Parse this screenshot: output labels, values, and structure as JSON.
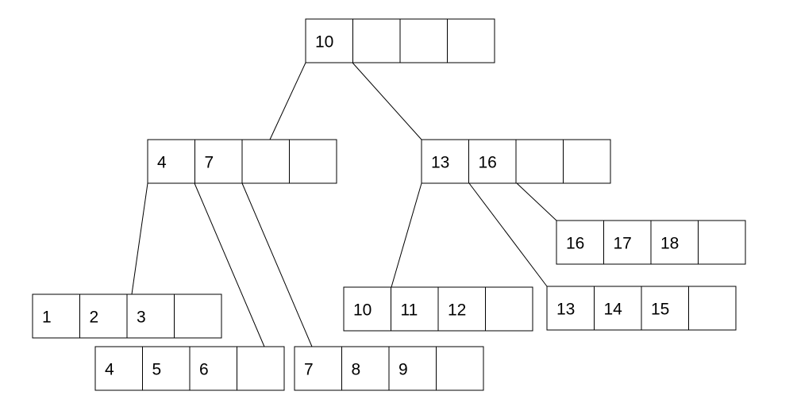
{
  "tree": {
    "nodes": [
      {
        "id": "root",
        "keys": [
          "10",
          "",
          "",
          ""
        ]
      },
      {
        "id": "inner-a",
        "keys": [
          "4",
          "7",
          "",
          ""
        ]
      },
      {
        "id": "inner-b",
        "keys": [
          "13",
          "16",
          "",
          ""
        ]
      },
      {
        "id": "leaf-1",
        "keys": [
          "1",
          "2",
          "3",
          ""
        ]
      },
      {
        "id": "leaf-4",
        "keys": [
          "4",
          "5",
          "6",
          ""
        ]
      },
      {
        "id": "leaf-7",
        "keys": [
          "7",
          "8",
          "9",
          ""
        ]
      },
      {
        "id": "leaf-10",
        "keys": [
          "10",
          "11",
          "12",
          ""
        ]
      },
      {
        "id": "leaf-13",
        "keys": [
          "13",
          "14",
          "15",
          ""
        ]
      },
      {
        "id": "leaf-16",
        "keys": [
          "16",
          "17",
          "18",
          ""
        ]
      }
    ],
    "edges": [
      {
        "from": "root",
        "to": "inner-a"
      },
      {
        "from": "root",
        "to": "inner-b"
      },
      {
        "from": "inner-a",
        "to": "leaf-1"
      },
      {
        "from": "inner-a",
        "to": "leaf-4"
      },
      {
        "from": "inner-a",
        "to": "leaf-7"
      },
      {
        "from": "inner-b",
        "to": "leaf-10"
      },
      {
        "from": "inner-b",
        "to": "leaf-13"
      },
      {
        "from": "inner-b",
        "to": "leaf-16"
      }
    ]
  }
}
